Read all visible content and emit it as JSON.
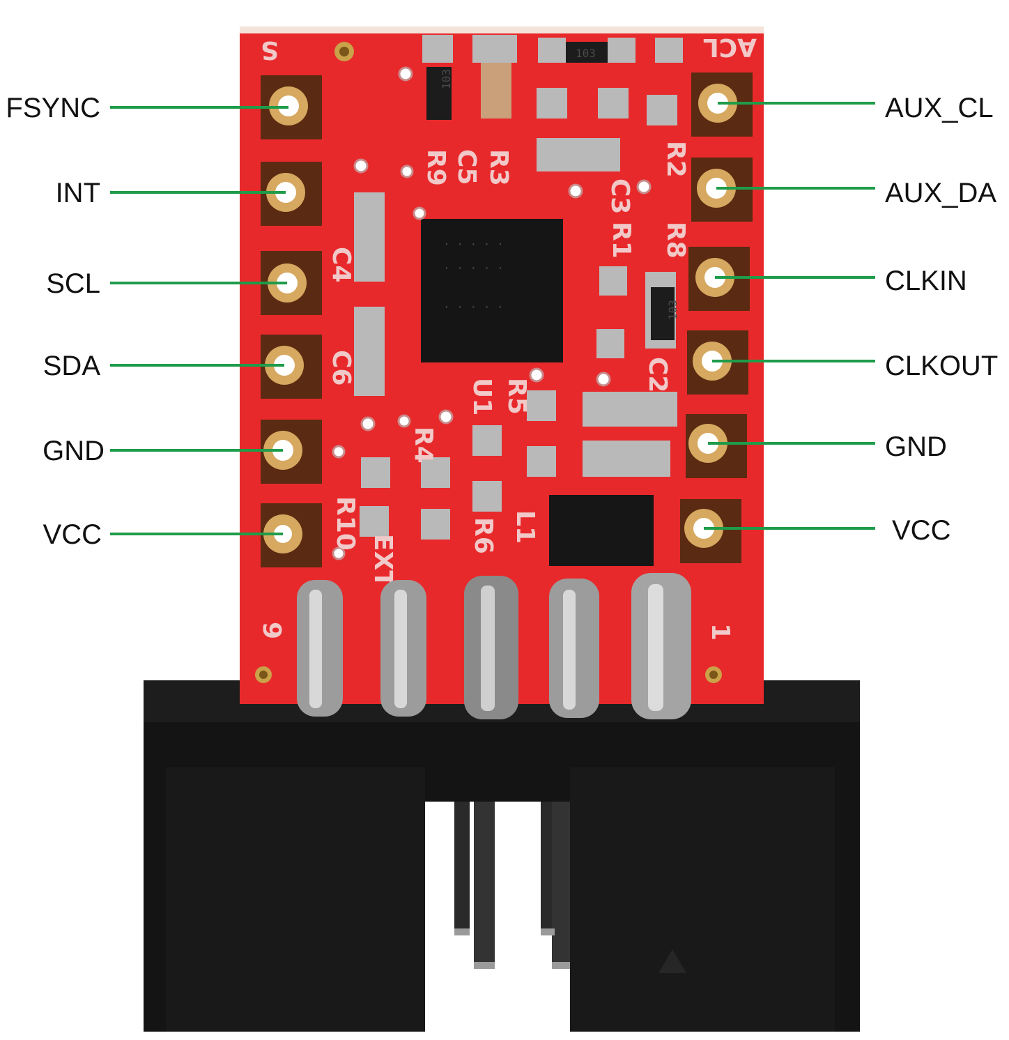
{
  "figure": {
    "left_labels": [
      "FSYNC",
      "INT",
      "SCL",
      "SDA",
      "GND",
      "VCC"
    ],
    "right_labels": [
      "AUX_CL",
      "AUX_DA",
      "CLKIN",
      "CLKOUT",
      "GND",
      "VCC"
    ],
    "silkscreen": {
      "top_left": "S",
      "top_right": "ACL",
      "components": [
        "R9",
        "C5",
        "R3",
        "R8",
        "R2",
        "C3",
        "R1",
        "R8",
        "C4",
        "C6",
        "U1",
        "R5",
        "R4",
        "C2",
        "R10",
        "R6",
        "EXT",
        "L1"
      ],
      "bottom_left_num": "9",
      "bottom_right_num": "1",
      "resistor_codes": [
        "103",
        "103",
        "103"
      ]
    },
    "colors": {
      "pcb": "#e8292b",
      "leader_line": "#1f9c4a",
      "connector": "#141414"
    }
  }
}
